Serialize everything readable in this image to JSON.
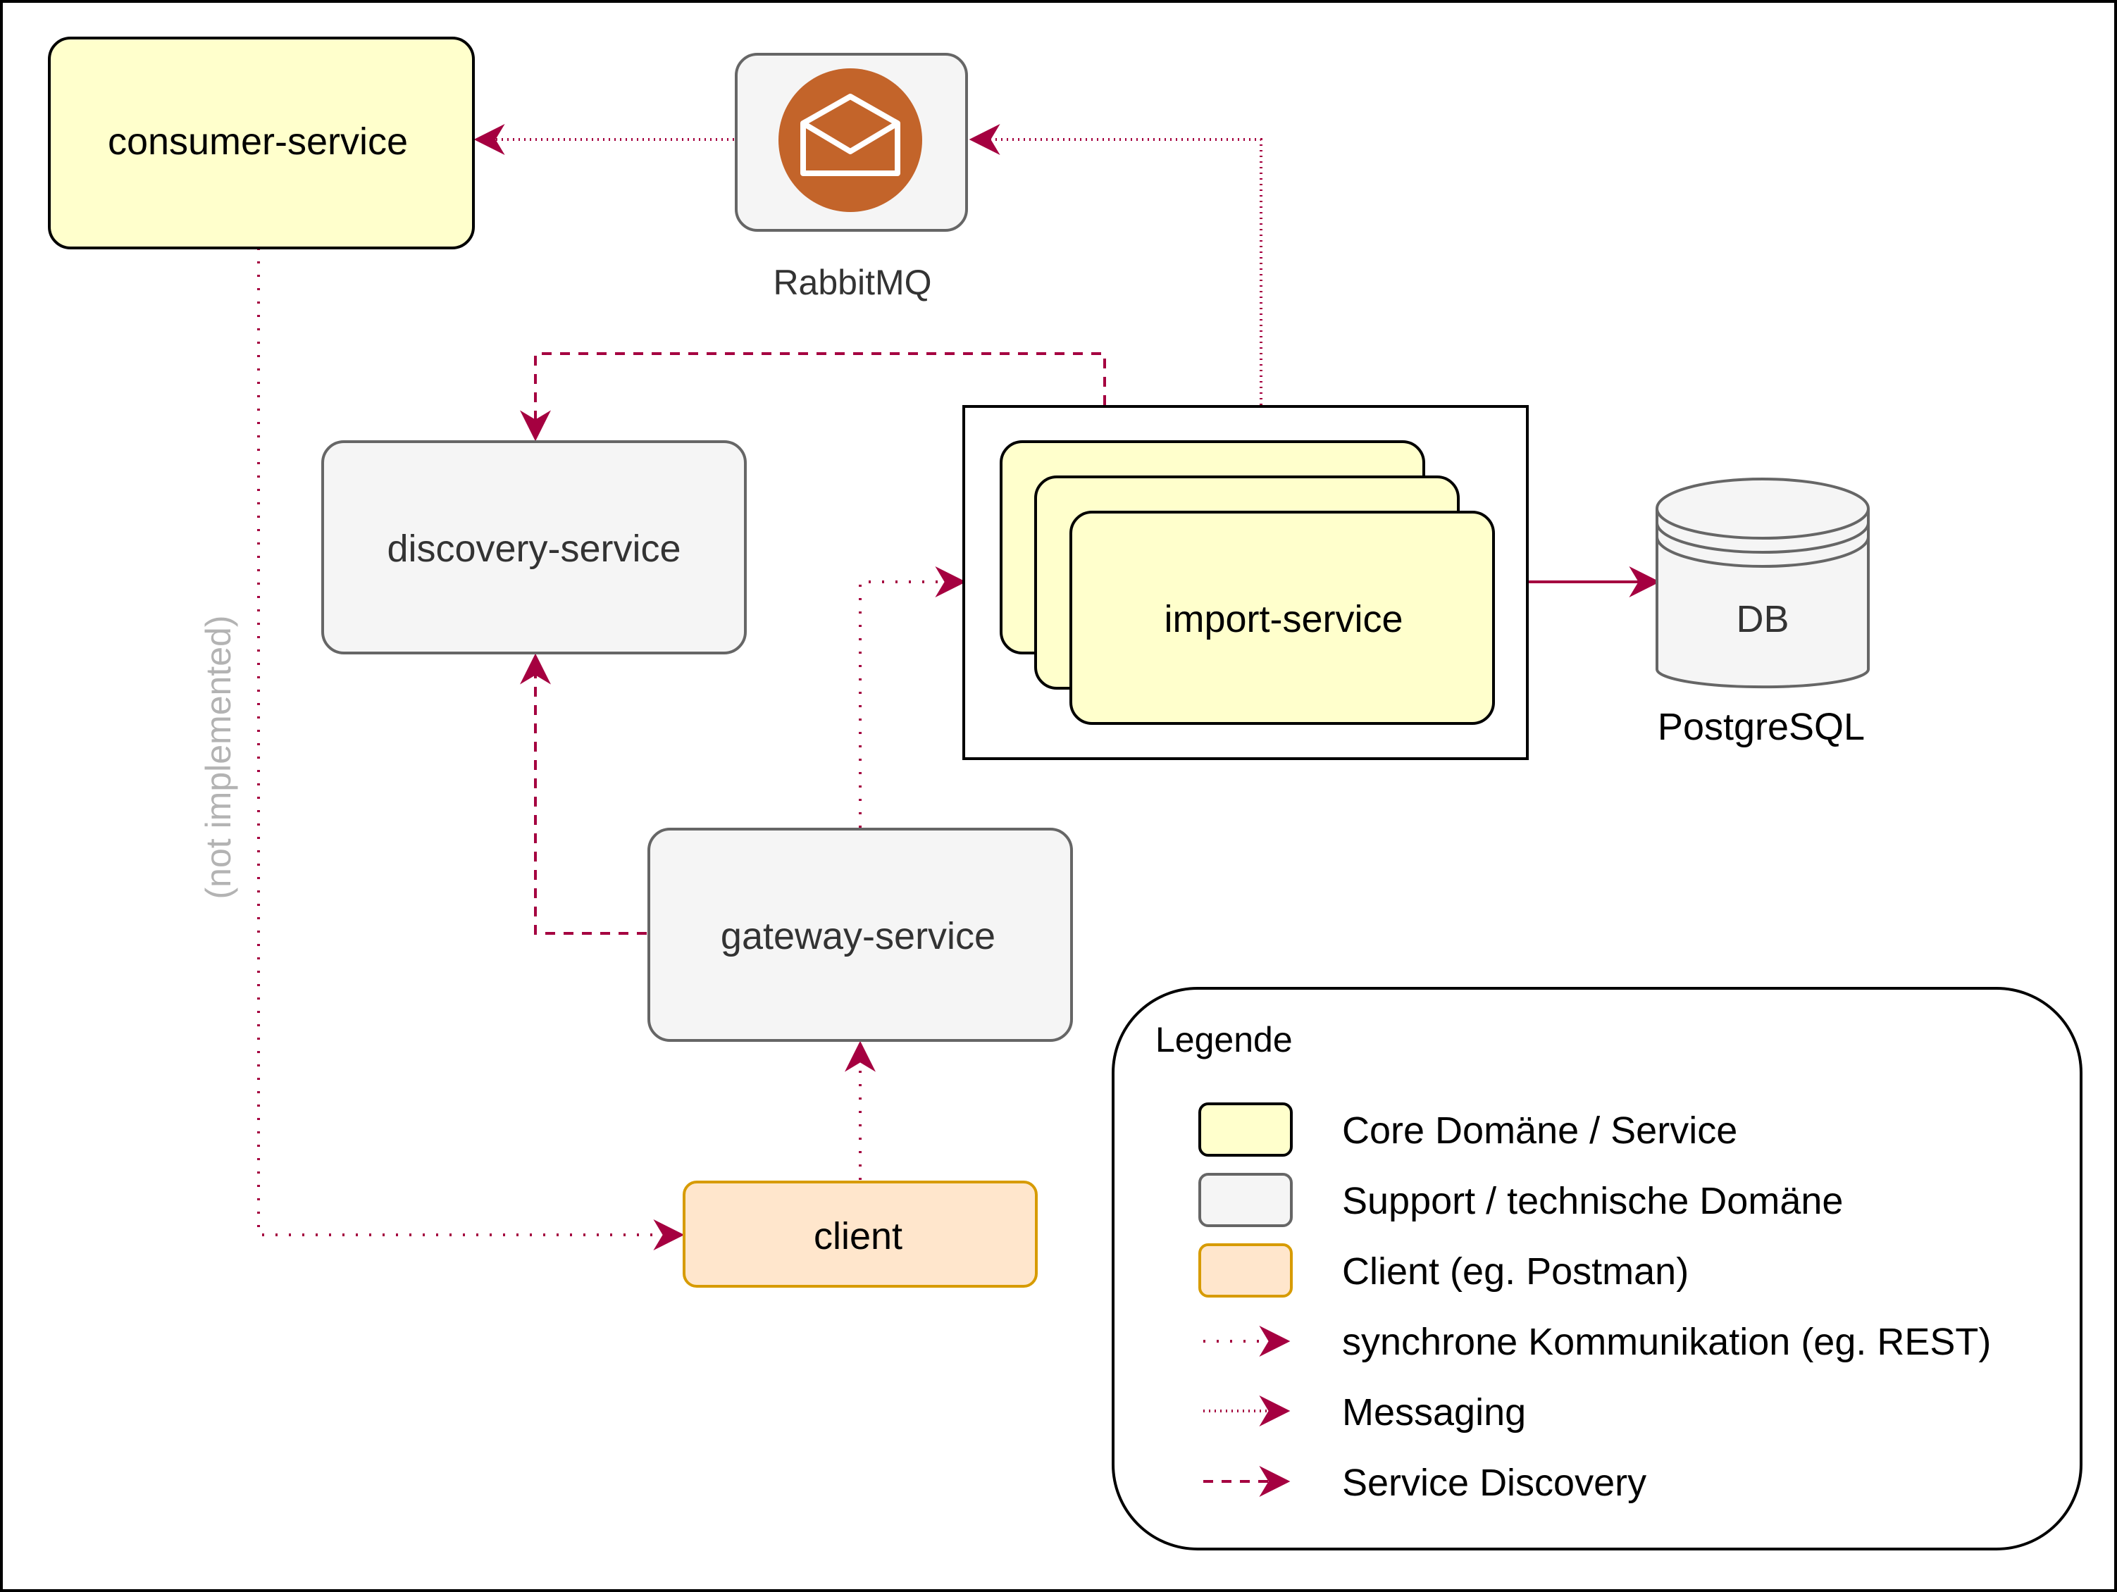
{
  "nodes": {
    "consumer_service": "consumer-service",
    "rabbitmq": "RabbitMQ",
    "discovery_service": "discovery-service",
    "import_service": "import-service",
    "gateway_service": "gateway-service",
    "client": "client",
    "db": "DB",
    "db_caption": "PostgreSQL"
  },
  "edge_labels": {
    "not_implemented": "(not implemented)"
  },
  "legend": {
    "title": "Legende",
    "items": [
      {
        "kind": "core",
        "label": "Core Domäne / Service"
      },
      {
        "kind": "support",
        "label": "Support / technische Domäne"
      },
      {
        "kind": "client",
        "label": "Client (eg. Postman)"
      },
      {
        "kind": "sync",
        "label": "synchrone Kommunikation (eg. REST)"
      },
      {
        "kind": "messaging",
        "label": "Messaging"
      },
      {
        "kind": "discovery",
        "label": "Service Discovery"
      }
    ]
  },
  "colors": {
    "core_fill": "#ffffcc",
    "support_fill": "#f5f5f5",
    "support_stroke": "#666666",
    "client_fill": "#ffe6cc",
    "client_stroke": "#d79b00",
    "edge": "#a50040",
    "rabbit_orange": "#c3642a",
    "not_implemented_text": "#b3b3b3"
  },
  "icons": {
    "rabbitmq": "envelope-open-icon",
    "db": "database-cylinder-icon"
  }
}
